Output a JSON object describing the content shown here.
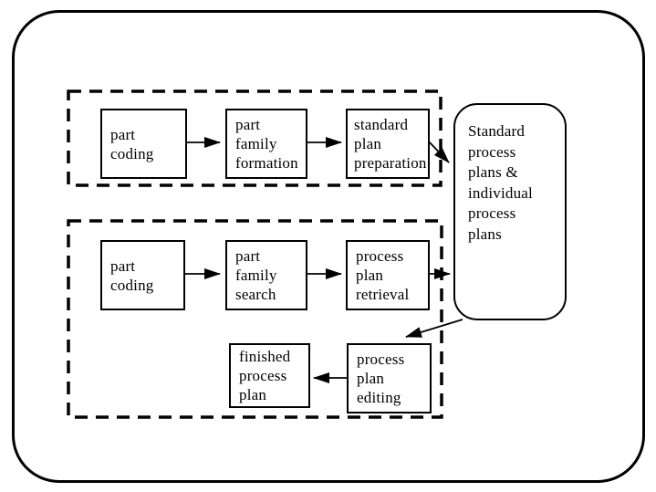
{
  "colors": {
    "ink": "#000000",
    "paper": "#ffffff"
  },
  "diagram": {
    "standard_planning_row": {
      "part_coding": "part\ncoding",
      "part_family_formation": "part\nfamily\nformation",
      "standard_plan_preparation": "standard\nplan\npreparation"
    },
    "variant_planning_rows": {
      "part_coding": "part\ncoding",
      "part_family_search": "part\nfamily\nsearch",
      "process_plan_retrieval": "process\nplan\nretrieval",
      "finished_process_plan": "finished\nprocess\nplan",
      "process_plan_editing": "process\nplan\nediting"
    },
    "plans_store": "Standard\nprocess\nplans  &\nindividual\nprocess\nplans"
  }
}
